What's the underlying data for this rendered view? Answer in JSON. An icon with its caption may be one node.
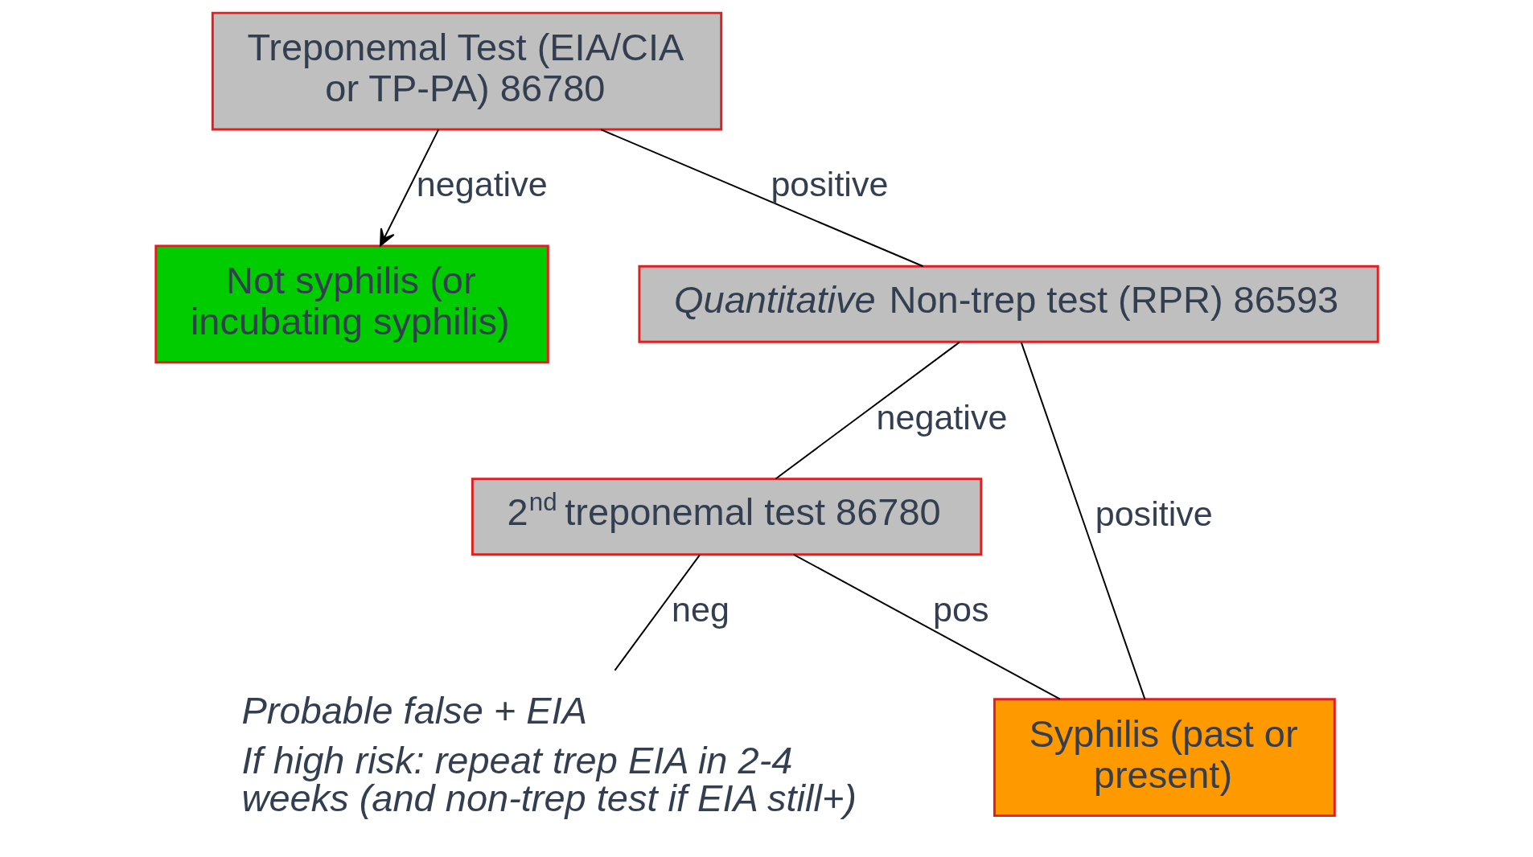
{
  "diagram": {
    "nodes": [
      {
        "text": [
          "Treponemal Test (EIA/CIA or TP-PA) 86780"
        ]
      },
      {
        "text": [
          "Not syphilis (or incubating syphilis)"
        ]
      },
      {
        "text": [
          "*Quantitative* Non-trep test (RPR) 86593"
        ]
      },
      {
        "text": [
          "2$^{nd}$ treponemal test 86780"
        ]
      },
      {
        "text": [
          "Probable false + EIA",
          "If high risk: repeat trep EIA in 2-4 weeks (and non-trep test if EIA still+)"
        ]
      },
      {
        "text": [
          "Syphilis (past or present)"
        ]
      }
    ],
    "edges": [
      {
        "from": 0,
        "to": 1,
        "arrow": "to",
        "label": "negative"
      },
      {
        "from": 0,
        "to": 2,
        "arrow": "none",
        "label": "positive"
      },
      {
        "from": 2,
        "to": 3,
        "arrow": "none",
        "label": "negative"
      },
      {
        "from": 2,
        "to": 5,
        "arrow": "none",
        "label": "positive"
      },
      {
        "from": 3,
        "to": 4,
        "arrow": "none",
        "label": "neg"
      },
      {
        "from": 3,
        "to": 5,
        "arrow": "none",
        "label": "pos"
      }
    ]
  }
}
